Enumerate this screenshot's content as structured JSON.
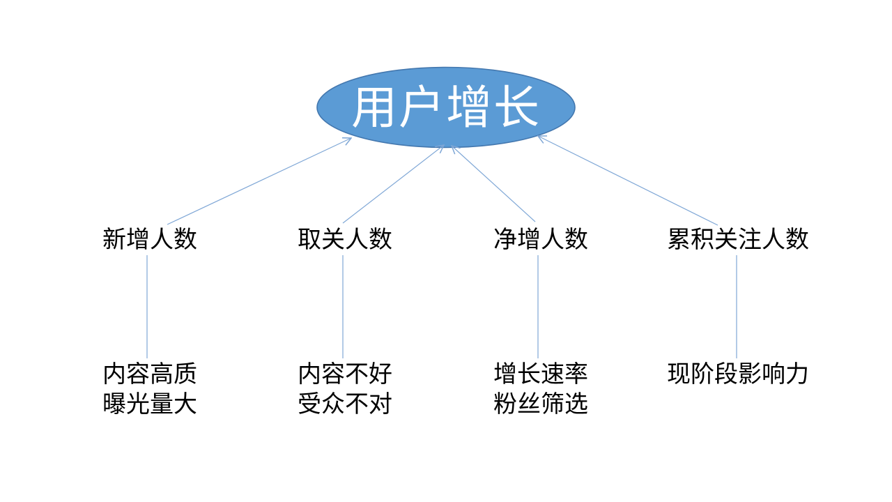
{
  "slide": {
    "title_node": {
      "label": "用户增长"
    },
    "metrics": [
      {
        "label": "新增人数",
        "factors": [
          "内容高质",
          "曝光量大"
        ]
      },
      {
        "label": "取关人数",
        "factors": [
          "内容不好",
          "受众不对"
        ]
      },
      {
        "label": "净增人数",
        "factors": [
          "增长速率",
          "粉丝筛选"
        ]
      },
      {
        "label": "累积关注人数",
        "factors": [
          "现阶段影响力"
        ]
      }
    ],
    "colors": {
      "background": "#ffffff",
      "node_fill": "#5b9bd5",
      "node_border": "#4377ae",
      "node_text": "#ffffff",
      "connector": "#7fa7d6",
      "label_text": "#000000"
    }
  }
}
